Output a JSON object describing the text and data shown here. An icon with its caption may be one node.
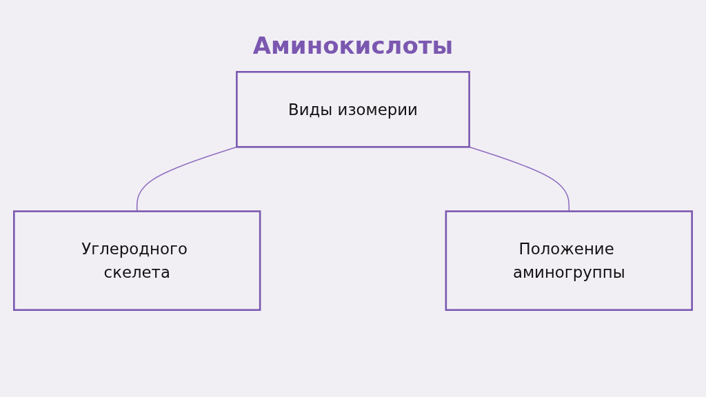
{
  "diagram": {
    "title": "Аминокислоты",
    "nodes": [
      {
        "text": [
          "Виды изомерии"
        ]
      },
      {
        "text": [
          "Углеродного скелета"
        ]
      },
      {
        "text": [
          "Положение аминогруппы"
        ]
      }
    ],
    "edges": [
      {
        "from": 0,
        "to": 1,
        "arrow": "none"
      },
      {
        "from": 0,
        "to": 2,
        "arrow": "none"
      }
    ]
  }
}
